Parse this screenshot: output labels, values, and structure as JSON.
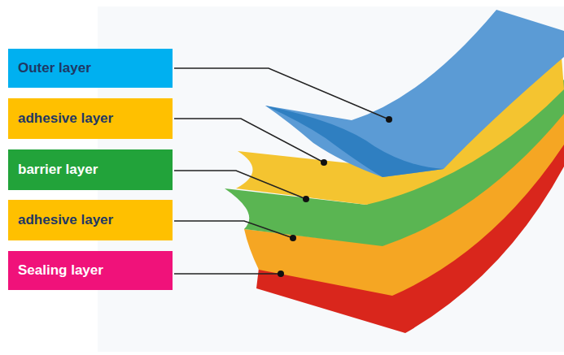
{
  "diagram": {
    "nodes": [
      {
        "text": [
          "Outer layer"
        ]
      },
      {
        "text": [
          "adhesive layer"
        ]
      },
      {
        "text": [
          "barrier layer"
        ]
      },
      {
        "text": [
          "adhesive layer"
        ]
      },
      {
        "text": [
          "Sealing layer"
        ]
      }
    ]
  }
}
